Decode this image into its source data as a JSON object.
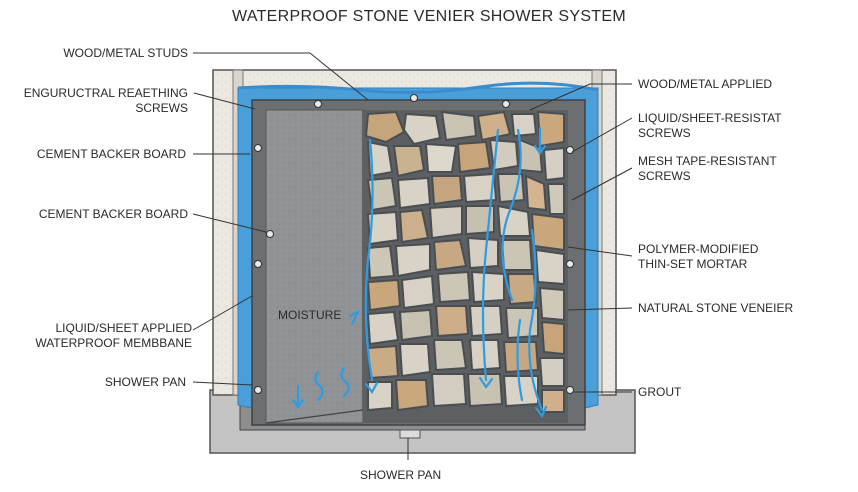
{
  "title": "WATERPROOF STONE VENIER SHOWER SYSTEM",
  "labels_left": [
    {
      "id": "wood-metal-studs",
      "lines": [
        "WOOD/METAL STUDS"
      ]
    },
    {
      "id": "structural-screws",
      "lines": [
        "ENGURUCTRAL REAETHING",
        "SCREWS"
      ]
    },
    {
      "id": "cement-backer-board-1",
      "lines": [
        "CEMENT BACKER BOARD"
      ]
    },
    {
      "id": "cement-backer-board-2",
      "lines": [
        "CEMENT BACKER BOARD"
      ]
    },
    {
      "id": "waterproof-membrane",
      "lines": [
        "LIQUID/SHEET APPLIED",
        "WATERPROOF MEMBBANE"
      ]
    },
    {
      "id": "shower-pan-left",
      "lines": [
        "SHOWER PAN"
      ]
    }
  ],
  "labels_right": [
    {
      "id": "wood-metal-applied",
      "lines": [
        "WOOD/METAL APPLIED"
      ]
    },
    {
      "id": "liquid-sheet-screws",
      "lines": [
        "LIQUID/SHEET-RESISTAT",
        "SCREWS"
      ]
    },
    {
      "id": "mesh-tape-screws",
      "lines": [
        "MESH TAPE-RESISTANT",
        "SCREWS"
      ]
    },
    {
      "id": "thin-set-mortar",
      "lines": [
        "POLYMER-MODIFIED",
        "THIN-SET MORTAR"
      ]
    },
    {
      "id": "stone-veneer",
      "lines": [
        "NATURAL STONE VENEIER"
      ]
    },
    {
      "id": "grout",
      "lines": [
        "GROUT"
      ]
    }
  ],
  "label_moisture": "MOISTURE",
  "label_bottom": "SHOWER PAN",
  "colors": {
    "membrane": "#4a9fd8",
    "backer": "#8e9194",
    "frame": "#e6e3dd",
    "stone_dark": "#5a5e61",
    "arrow": "#2f9be0",
    "pan": "#c6c6c6"
  }
}
